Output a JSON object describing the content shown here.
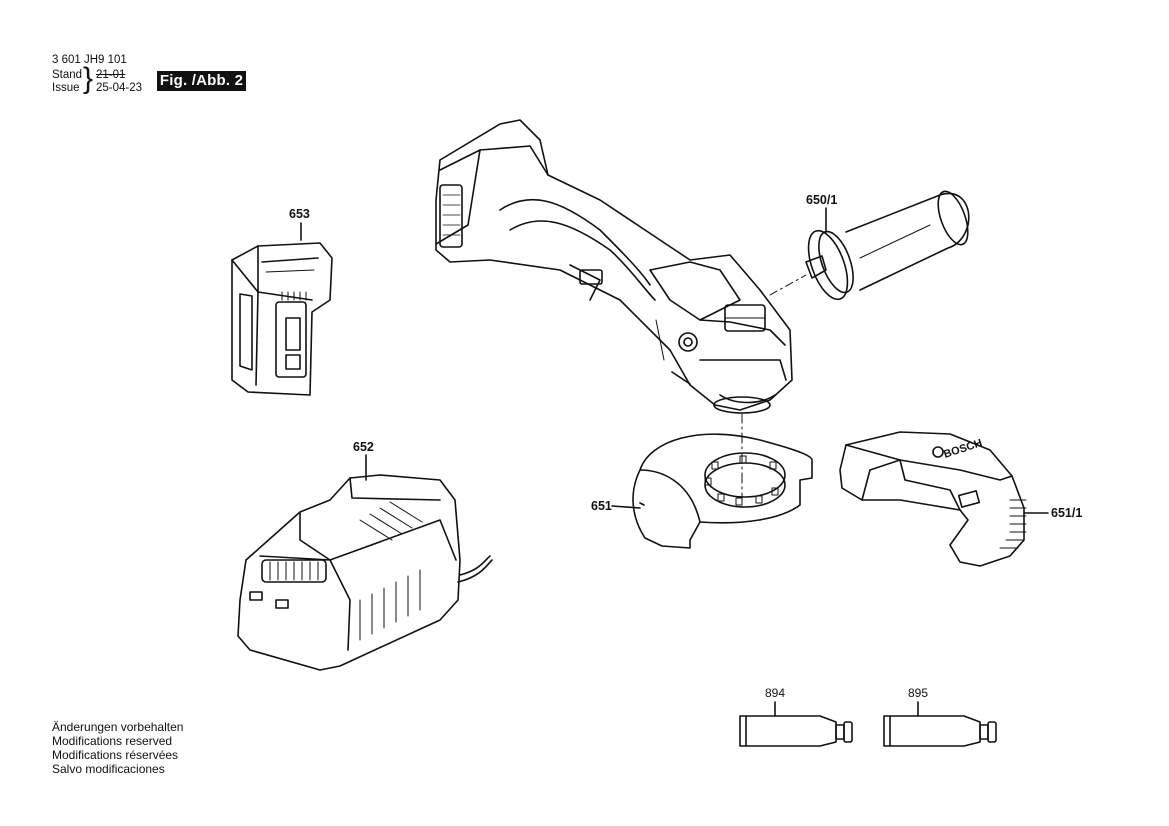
{
  "header": {
    "part_number": "3 601 JH9 101",
    "stand_label": "Stand",
    "issue_label": "Issue",
    "stand_date": "21-01",
    "issue_date": "25-04-23",
    "figure_label": "Fig. /Abb. 2"
  },
  "parts": {
    "p653": "653",
    "p652": "652",
    "p650_1": "650/1",
    "p651": "651",
    "p651_1": "651/1",
    "p894": "894",
    "p895": "895"
  },
  "guard_brand": "BOSCH",
  "notes": [
    "Änderungen vorbehalten",
    "Modifications reserved",
    "Modifications réservées",
    "Salvo modificaciones"
  ]
}
